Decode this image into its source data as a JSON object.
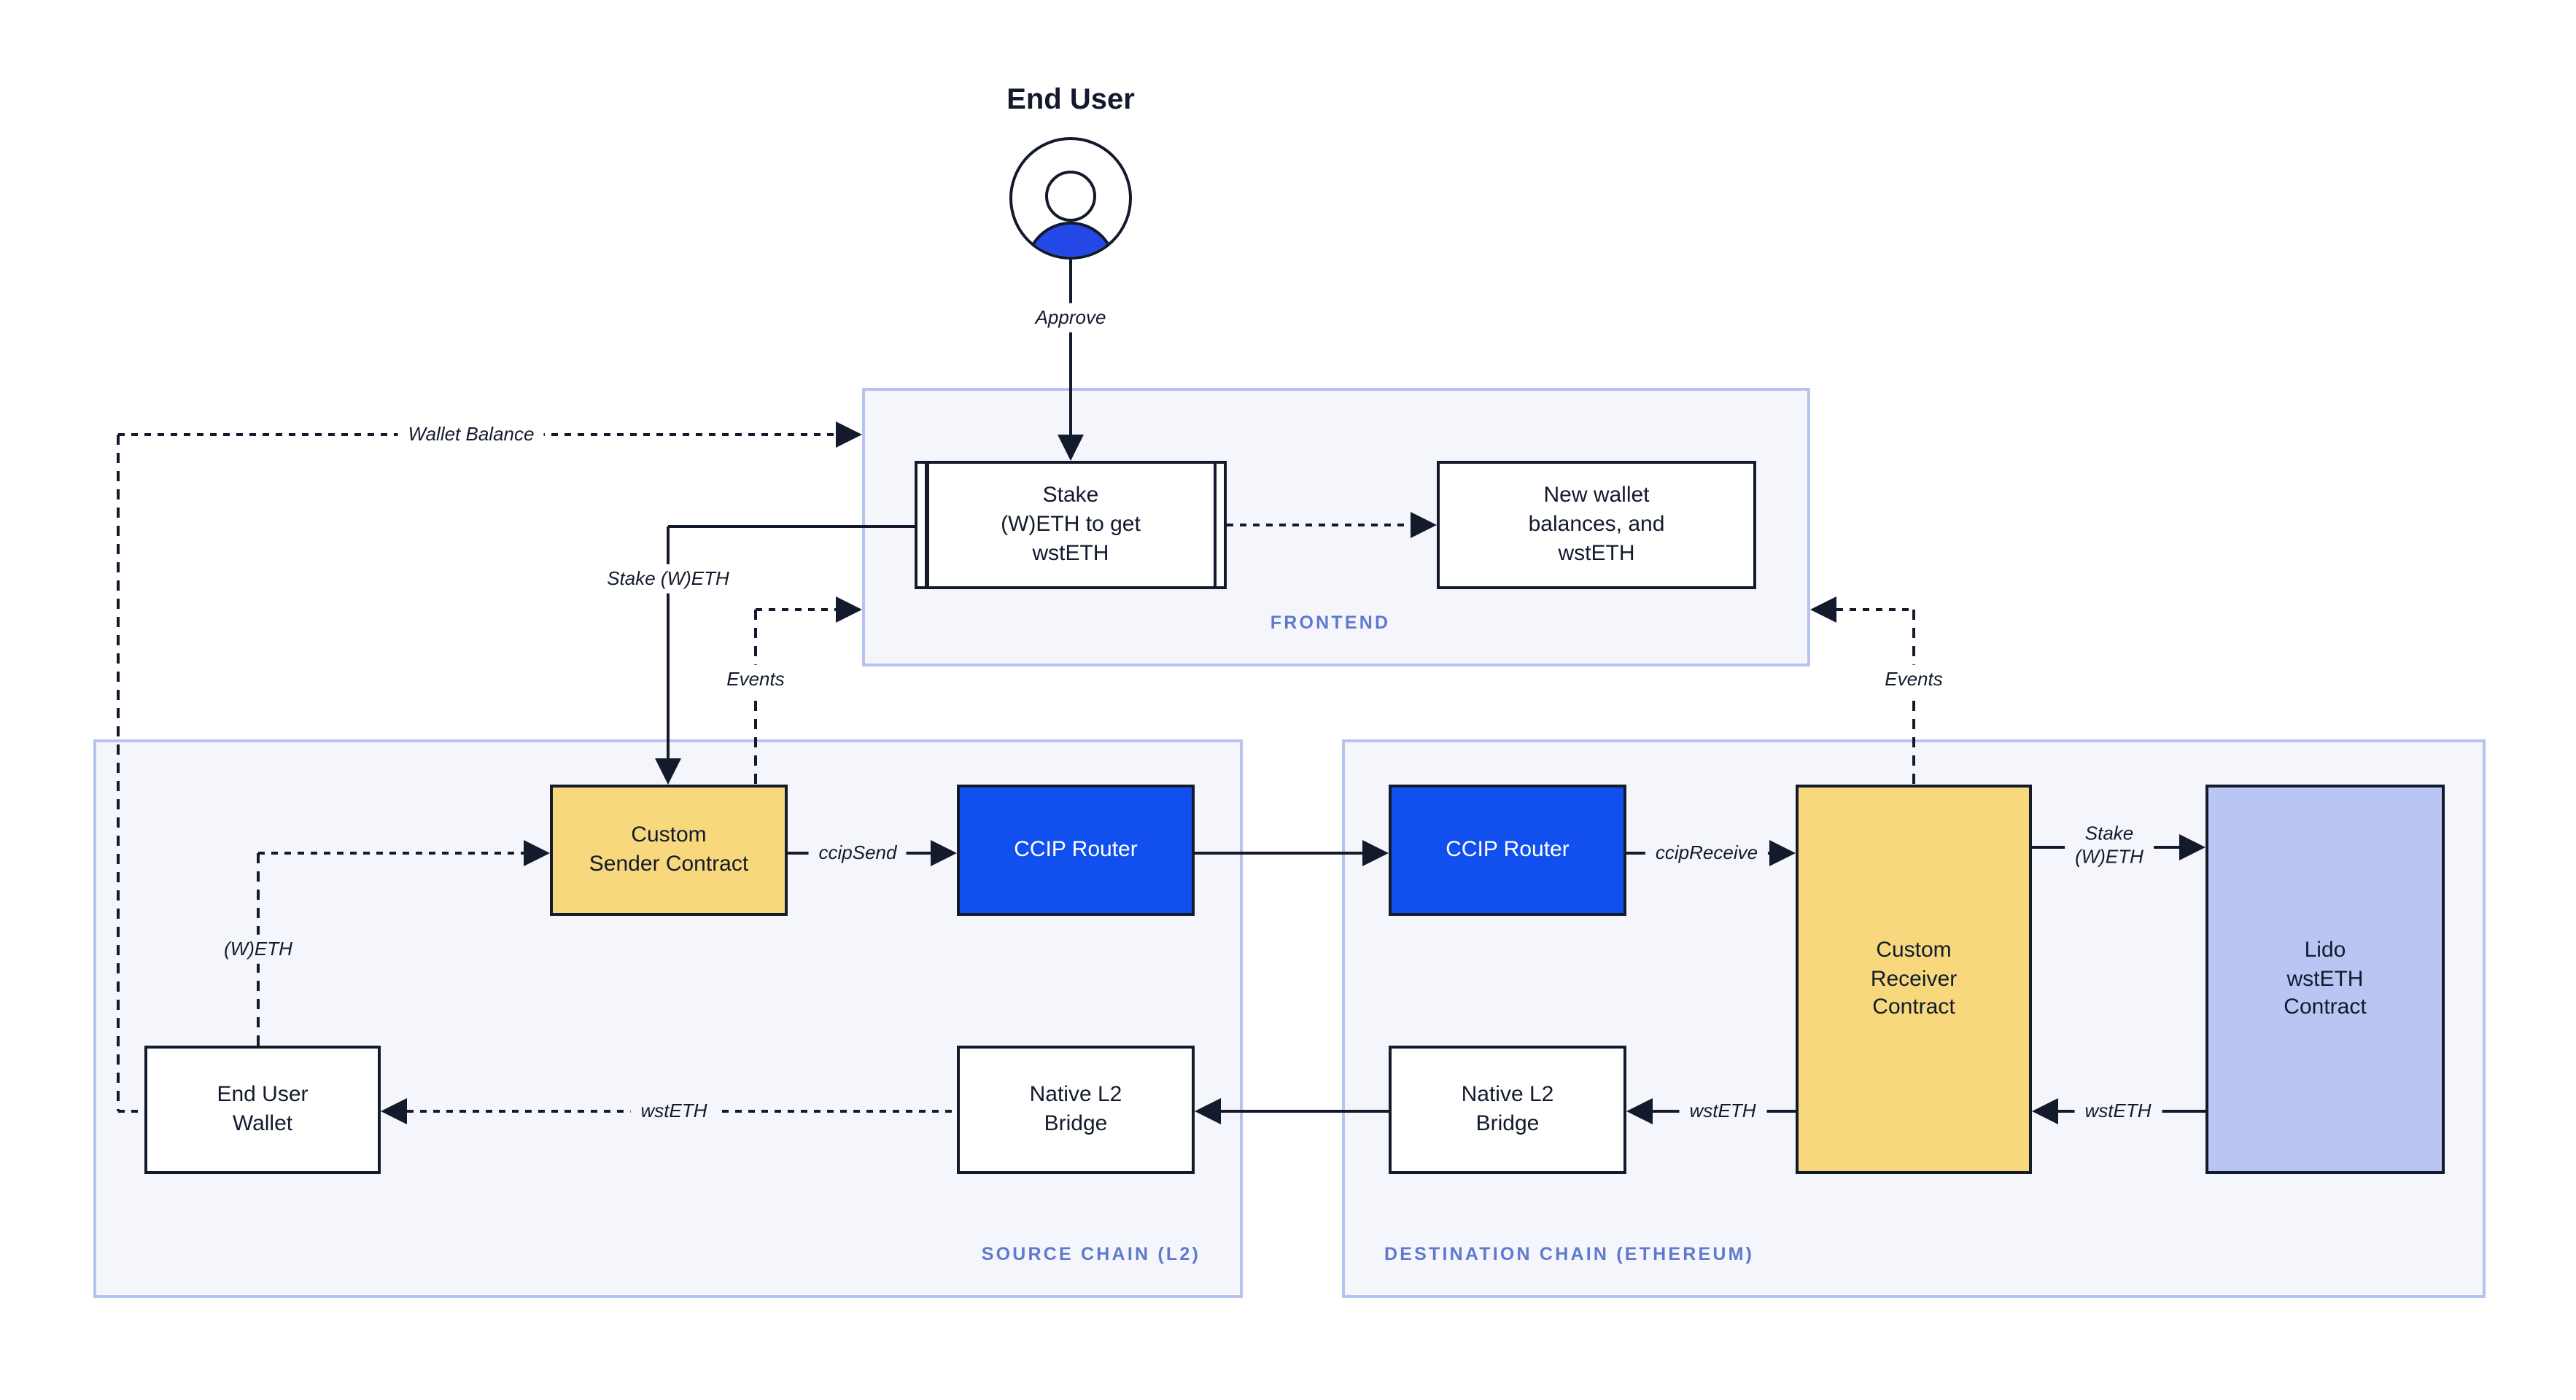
{
  "actor": {
    "title": "End User",
    "approve": "Approve"
  },
  "frontend": {
    "label": "FRONTEND",
    "stake_ui": "Stake\n(W)ETH to get\nwstETH",
    "new_balances": "New wallet\nbalances, and\nwstETH"
  },
  "source_chain": {
    "label": "SOURCE CHAIN (L2)",
    "custom_sender": "Custom\nSender Contract",
    "ccip_router": "CCIP Router",
    "native_bridge": "Native L2\nBridge",
    "end_user_wallet": "End User\nWallet"
  },
  "destination_chain": {
    "label": "DESTINATION CHAIN (ETHEREUM)",
    "ccip_router": "CCIP Router",
    "custom_receiver": "Custom\nReceiver\nContract",
    "lido": "Lido\nwstETH\nContract",
    "native_bridge": "Native L2\nBridge"
  },
  "edges": {
    "wallet_balance": "Wallet Balance",
    "stake_weth": "Stake (W)ETH",
    "events_left": "Events",
    "events_right": "Events",
    "ccip_send": "ccipSend",
    "ccip_receive": "ccipReceive",
    "stake_weth_lido": "Stake\n(W)ETH",
    "wsteth_from_lido": "wstETH",
    "wsteth_to_bridge": "wstETH",
    "wsteth_to_wallet": "wstETH",
    "weth_to_sender": "(W)ETH"
  },
  "colors": {
    "ink": "#121a2c",
    "accent_blue": "#1150ee",
    "node_yellow": "#f8d87d",
    "node_periwinkle": "#b9c6f4",
    "container_fill": "#f5f6fb",
    "container_border": "#b6c3ee",
    "container_label": "#5f79cd",
    "icon_blue": "#2448e8"
  }
}
